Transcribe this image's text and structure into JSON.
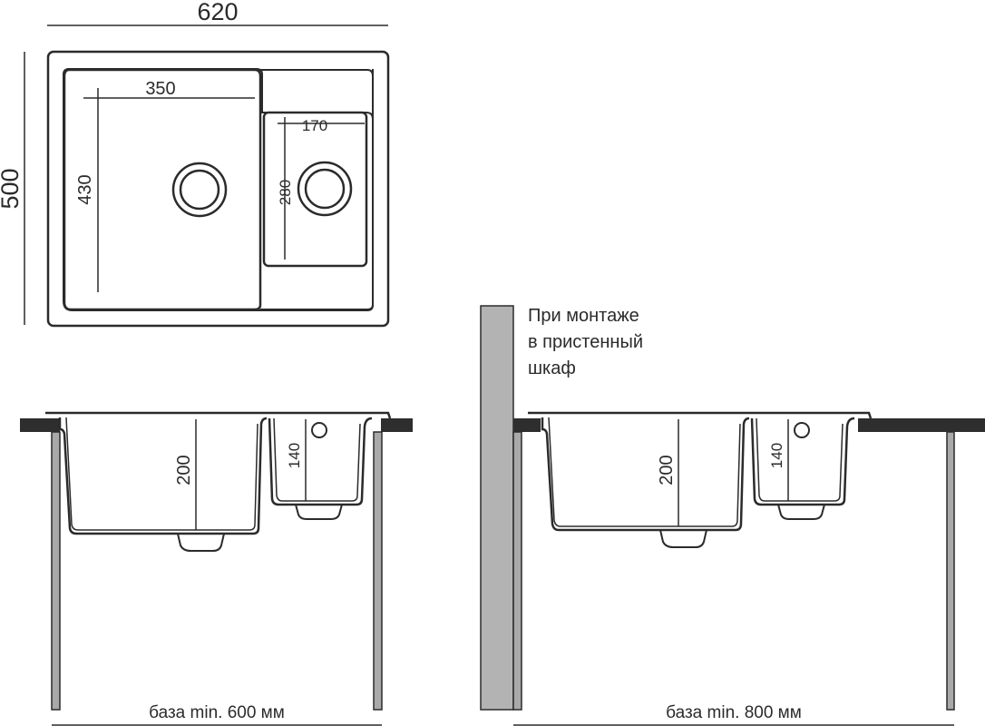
{
  "top_view": {
    "overall_width": "620",
    "overall_depth": "500",
    "main_bowl_width": "350",
    "main_bowl_depth": "430",
    "small_bowl_width": "170",
    "small_bowl_depth": "280"
  },
  "side_view_left": {
    "main_bowl_height": "200",
    "small_bowl_height": "140",
    "base_label": "база min. 600 мм"
  },
  "side_view_right": {
    "main_bowl_height": "200",
    "small_bowl_height": "140",
    "base_label": "база min. 800 мм",
    "note_line1": "При монтаже",
    "note_line2": "в пристенный",
    "note_line3": "шкаф"
  },
  "colors": {
    "stroke": "#2b2b2b",
    "panel_gray": "#b3b3b3",
    "leg_gray": "#a9a9a9",
    "countertop": "#2e2e2e"
  }
}
